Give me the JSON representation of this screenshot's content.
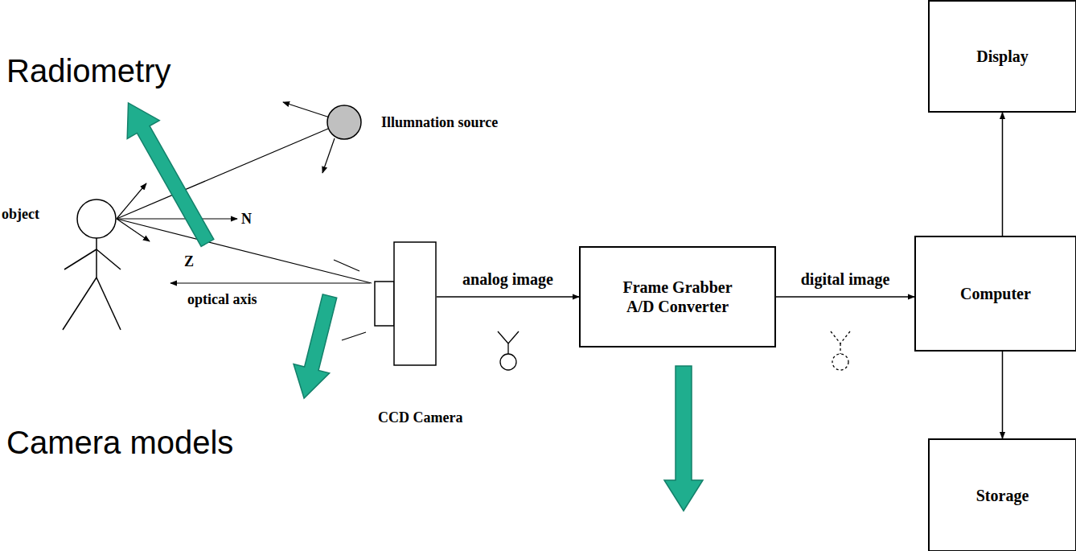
{
  "diagram": {
    "nodes": [
      {
        "text": [
          "CCD Camera"
        ]
      },
      {
        "text": [
          "Frame Grabber A/D Converter"
        ]
      },
      {
        "text": [
          "Computer"
        ]
      },
      {
        "text": [
          "Display"
        ]
      },
      {
        "text": [
          "Storage"
        ]
      }
    ],
    "edges": [
      {
        "from": 0,
        "to": 1,
        "label": "analog image",
        "arrow": "to"
      },
      {
        "from": 1,
        "to": 2,
        "label": "digital image",
        "arrow": "to"
      },
      {
        "from": 2,
        "to": 3,
        "arrow": "to"
      },
      {
        "from": 2,
        "to": 4,
        "arrow": "to"
      }
    ],
    "labels": [
      "Radiometry",
      "Illumnation source",
      "object",
      "N",
      "Z",
      "optical axis",
      "Camera models"
    ]
  }
}
